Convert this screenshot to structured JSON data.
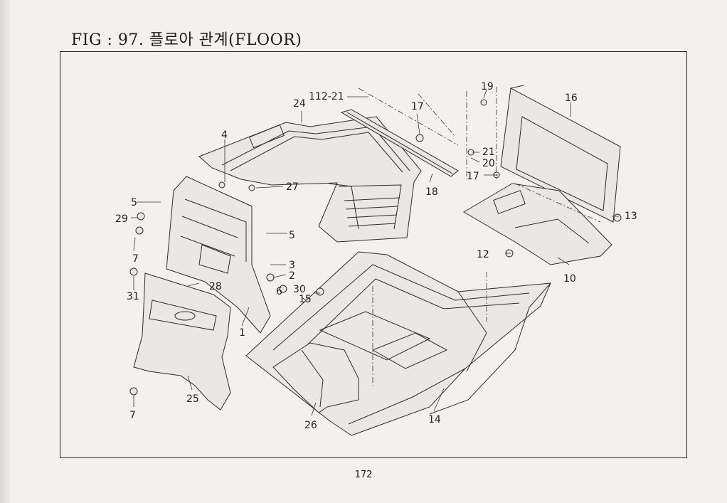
{
  "figure": {
    "title": "FIG : 97. 플로아 관계(FLOOR)"
  },
  "page_number": "172",
  "callouts": {
    "c1": "1",
    "c2": "2",
    "c3": "3",
    "c4": "4",
    "c5a": "5",
    "c5b": "5",
    "c7a": "7",
    "c7b": "7",
    "c10": "10",
    "c12": "12",
    "c13": "13",
    "c14": "14",
    "c15": "15",
    "c16": "16",
    "c17a": "17",
    "c17b": "17",
    "c18": "18",
    "c19": "19",
    "c20": "20",
    "c21": "21",
    "c24": "24",
    "c25": "25",
    "c26": "26",
    "c27": "27",
    "c28": "28",
    "c29": "29",
    "c30": "30",
    "c31": "31",
    "c112": "112-21"
  }
}
